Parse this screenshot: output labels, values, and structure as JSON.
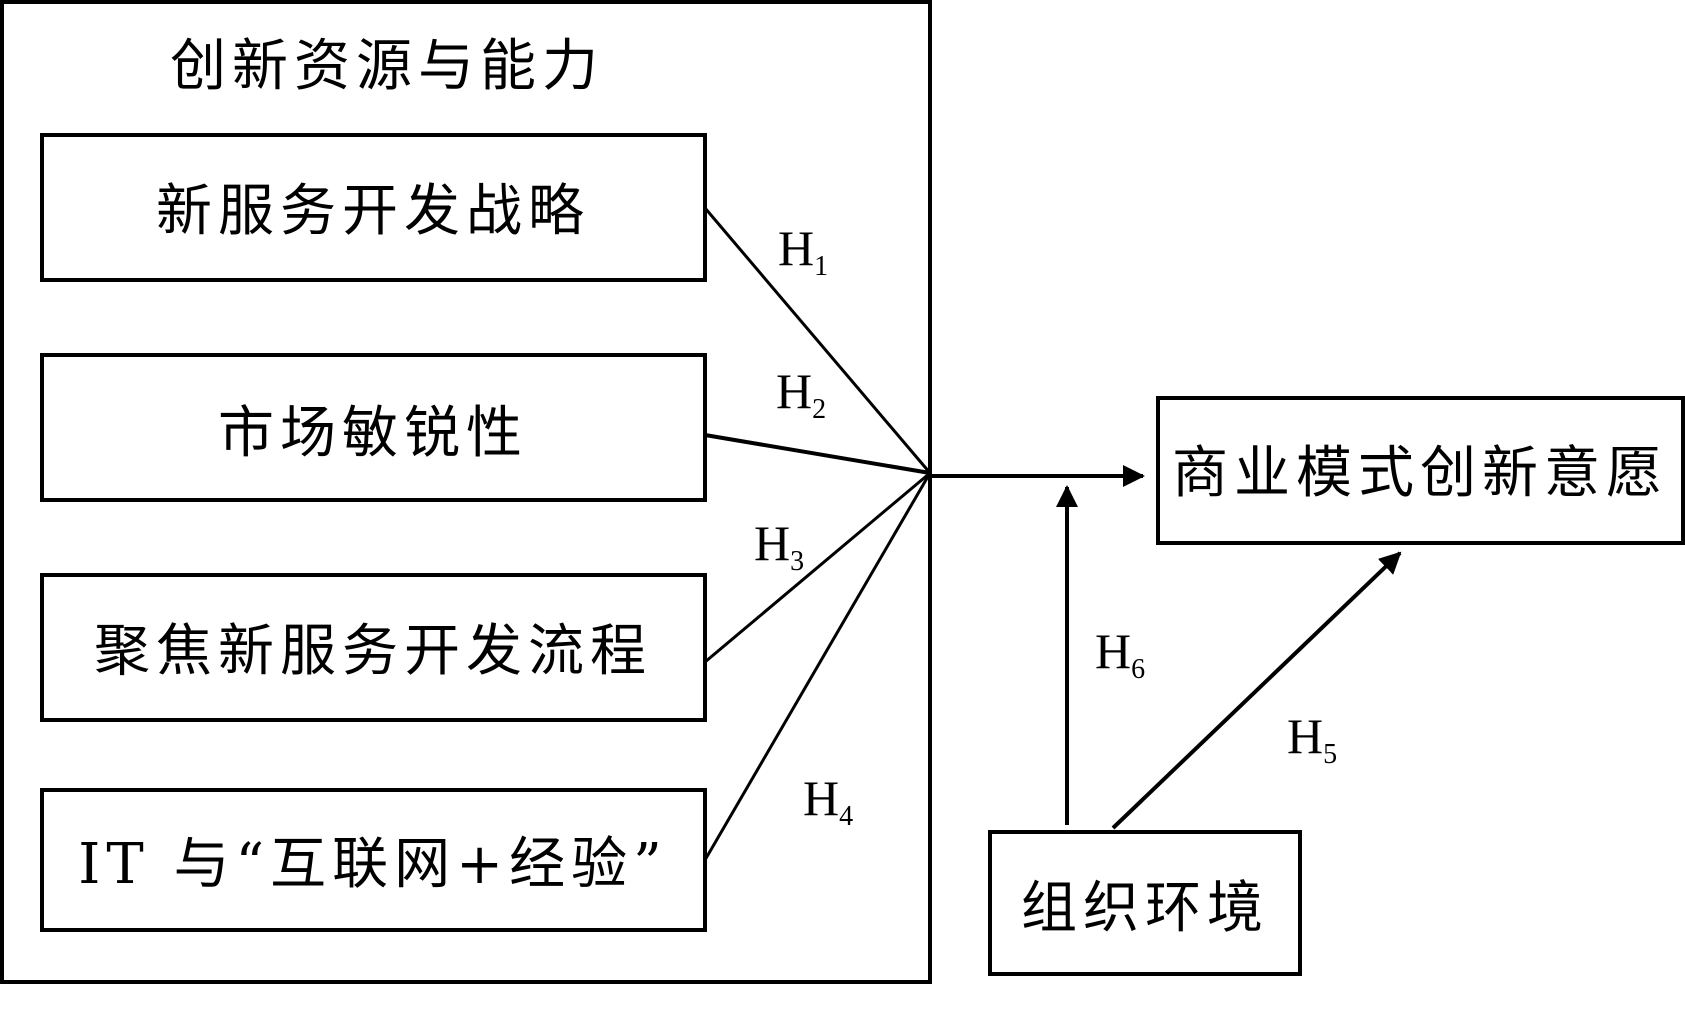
{
  "group": {
    "title": "创新资源与能力"
  },
  "factors": [
    "新服务开发战略",
    "市场敏锐性",
    "聚焦新服务开发流程",
    "IT 与“互联网+经验”"
  ],
  "outcome": "商业模式创新意愿",
  "moderator": "组织环境",
  "hypotheses": {
    "h1": {
      "letter": "H",
      "num": "1"
    },
    "h2": {
      "letter": "H",
      "num": "2"
    },
    "h3": {
      "letter": "H",
      "num": "3"
    },
    "h4": {
      "letter": "H",
      "num": "4"
    },
    "h5": {
      "letter": "H",
      "num": "5"
    },
    "h6": {
      "letter": "H",
      "num": "6"
    }
  }
}
